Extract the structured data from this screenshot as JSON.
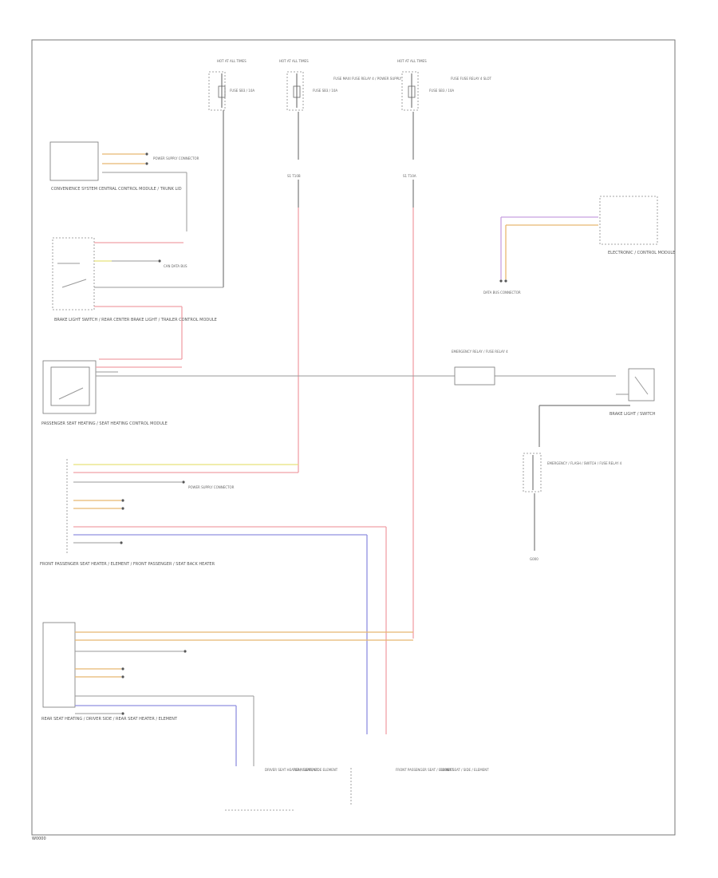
{
  "diagram": {
    "footer_code": "W0000",
    "ground_label": "G000",
    "splice_a": "S1 T10B",
    "splice_b": "S1 T10A",
    "fuse_b_label": "FUSE MAXI FUSE RELAY 4 / POWER SUPPLY",
    "fuse_c_label": "FUSE FUSE RELAY 4 SLOT",
    "hot_labels": [
      "HOT AT ALL TIMES",
      "HOT AT ALL TIMES",
      "HOT AT ALL TIMES"
    ],
    "fuse_labels": [
      "FUSE SB3 / 10A",
      "FUSE SB3 / 10A",
      "FUSE SB3 / 10A"
    ],
    "left_components": [
      "CONVENIENCE SYSTEM CENTRAL CONTROL MODULE / TRUNK LID",
      "BRAKE LIGHT SWITCH / REAR CENTER BRAKE LIGHT / TRAILER CONTROL MODULE",
      "PASSENGER SEAT HEATING / SEAT HEATING CONTROL MODULE",
      "FRONT PASSENGER SEAT HEATER / ELEMENT / FRONT PASSENGER / SEAT BACK HEATER",
      "REAR SEAT HEATING / DRIVER SIDE / REAR SEAT HEATER / ELEMENT"
    ],
    "right_components": {
      "top": "ELECTRONIC / CONTROL MODULE",
      "middle": "BRAKE LIGHT / SWITCH",
      "relay": "EMERGENCY RELAY / FUSE RELAY 4",
      "fuse": "EMERGENCY / FLASH / SWITCH / FUSE RELAY 4"
    },
    "bottom_components": [
      "DRIVER SEAT HEATER / ELEMENT",
      "REAR SEAT / SIDE ELEMENT",
      "FRONT PASSENGER SEAT / ELEMENT",
      "FRONT SEAT / SIDE / ELEMENT"
    ],
    "connector_notes": [
      "CAN DATA BUS",
      "POWER SUPPLY CONNECTOR",
      "DATA BUS CONNECTOR"
    ],
    "wire_colors": {
      "red": "#f0a0a8",
      "yellow": "#e8e27a",
      "orange": "#e8b870",
      "blue": "#9090e0",
      "gray": "#9a9a9a"
    }
  }
}
